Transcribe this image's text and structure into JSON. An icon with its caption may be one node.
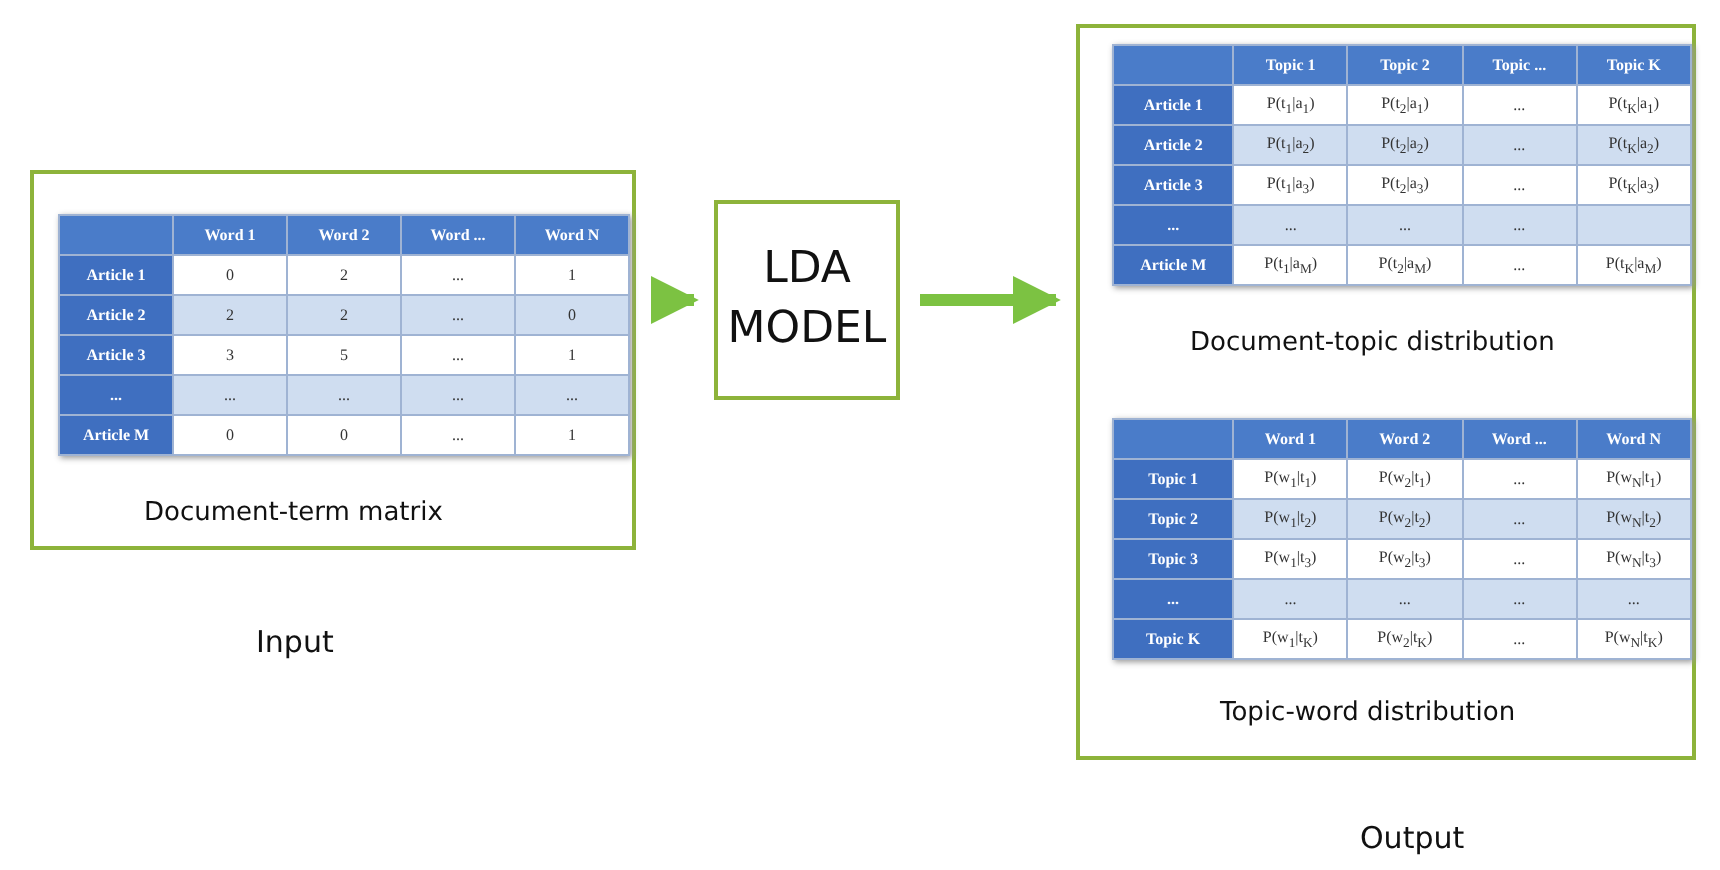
{
  "diagram": {
    "nodes": [
      {
        "text": [
          "Document-term matrix"
        ],
        "beside": [
          "Input"
        ]
      },
      {
        "text": [
          "LDA MODEL"
        ]
      },
      {
        "text": [
          "Document-topic distribution",
          "Topic-word distribution"
        ],
        "beside": [
          "Output"
        ]
      }
    ],
    "edges": [
      {
        "from": 0,
        "to": 1,
        "arrow": "to"
      },
      {
        "from": 1,
        "to": 2,
        "arrow": "to"
      }
    ],
    "labels": [
      "Word 1",
      "Word 2",
      "Word ...",
      "Word N",
      "Article 1",
      "0",
      "2",
      "...",
      "1",
      "Article 2",
      "2",
      "2",
      "...",
      "0",
      "Article 3",
      "3",
      "5",
      "...",
      "1",
      "...",
      "...",
      "...",
      "...",
      "...",
      "Article M",
      "0",
      "0",
      "...",
      "1",
      "Topic 1",
      "Topic 2",
      "Topic ...",
      "Topic K",
      "Article 1",
      "P(t$_{1}$|a$_{1}$)",
      "P(t$_{2}$|a$_{1}$)",
      "...",
      "P(t$_{K}$|a$_{1}$)",
      "Article 2",
      "P(t$_{1}$|a$_{2}$)",
      "P(t$_{2}$|a$_{2}$)",
      "...",
      "P(t$_{K}$|a$_{2}$)",
      "Article 3",
      "P(t$_{1}$|a$_{3}$)",
      "P(t$_{2}$|a$_{3}$)",
      "...",
      "P(t$_{K}$|a$_{3}$)",
      "...",
      "...",
      "...",
      "...",
      "Article M",
      "P(t$_{1}$|a$_{M}$)",
      "P(t$_{2}$|a$_{M}$)",
      "...",
      "P(t$_{K}$|a$_{M}$)",
      "Word 1",
      "Word 2",
      "Word ...",
      "Word N",
      "Topic 1",
      "P(w$_{1}$|t$_{1}$)",
      "P(w$_{2}$|t$_{1}$)",
      "...",
      "P(w$_{N}$|t$_{1}$)",
      "Topic 2",
      "P(w$_{1}$|t$_{2}$)",
      "P(w$_{2}$|t$_{2}$)",
      "...",
      "P(w$_{N}$|t$_{2}$)",
      "Topic 3",
      "P(w$_{1}$|t$_{3}$)",
      "P(w$_{2}$|t$_{3}$)",
      "...",
      "P(w$_{N}$|t$_{3}$)",
      "...",
      "...",
      "...",
      "...",
      "...",
      "Topic K",
      "P(w$_{1}$|t$_{K}$)",
      "P(w$_{2}$|t$_{K}$)",
      "...",
      "P(w$_{N}$|t$_{K}$)"
    ]
  }
}
